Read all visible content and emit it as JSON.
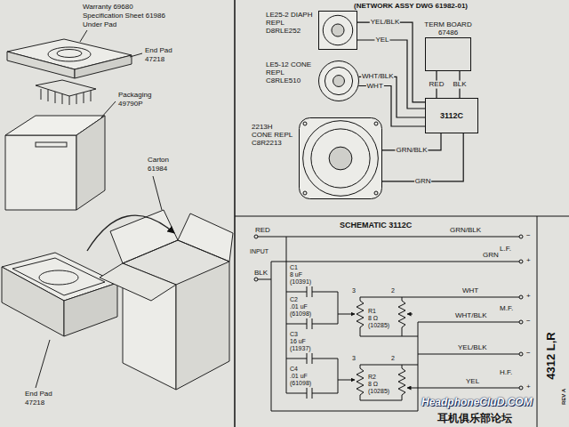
{
  "diagram": {
    "nodes": [
      {
        "text": [
          "TERM BOARD 67486"
        ]
      },
      {
        "text": [
          "3112C"
        ]
      },
      {
        "text": [
          "LE25-2 DIAPH REPL D8RLE252"
        ]
      },
      {
        "text": [
          "LE5-12 CONE REPL C8RLE510"
        ]
      },
      {
        "text": [
          "2213H CONE REPL C8R2213"
        ]
      }
    ],
    "edges": [
      {
        "from": 0,
        "to": 1,
        "arrow": "none",
        "label": "RED"
      },
      {
        "from": 0,
        "to": 1,
        "arrow": "none",
        "label": "BLK"
      },
      {
        "from": 2,
        "to": 1,
        "arrow": "none",
        "label": "YEL/BLK"
      },
      {
        "from": 2,
        "to": 1,
        "arrow": "none",
        "label": "YEL"
      },
      {
        "from": 3,
        "to": 1,
        "arrow": "none",
        "label": "WHT/BLK"
      },
      {
        "from": 3,
        "to": 1,
        "arrow": "none",
        "label": "WHT"
      },
      {
        "from": 4,
        "to": 1,
        "arrow": "none",
        "label": "GRN/BLK"
      },
      {
        "from": 4,
        "to": 1,
        "arrow": "none",
        "label": "GRN"
      }
    ],
    "labels": [
      "Warranty 69680",
      "Specification Sheet 61986",
      "Under Pad",
      "End Pad",
      "47218",
      "Packaging",
      "49790P",
      "Carton",
      "61984",
      "End Pad",
      "47218",
      "(NETWORK ASSY DWG 61982-01)",
      "SCHEMATIC 3112C",
      "RED",
      "INPUT",
      "BLK",
      "GRN/BLK",
      "−",
      "L.F.",
      "GRN",
      "+",
      "3",
      "2",
      "WHT",
      "+",
      "M.F.",
      "WHT/BLK",
      "−",
      "C1",
      "8 uF",
      "(10391)",
      "C2",
      ".01 uF",
      "(61098)",
      "R1",
      "8 Ω",
      "(10285)",
      "C3",
      "16 uF",
      "(11937)",
      "C4",
      ".01 uF",
      "(61098)",
      "3",
      "2",
      "YEL/BLK",
      "−",
      "H.F.",
      "YEL",
      "+",
      "R2",
      "8 Ω",
      "(10285)",
      "4312 L,R",
      "REV A",
      "HeadphoneCluD.COM",
      "耳机俱乐部论坛"
    ]
  }
}
